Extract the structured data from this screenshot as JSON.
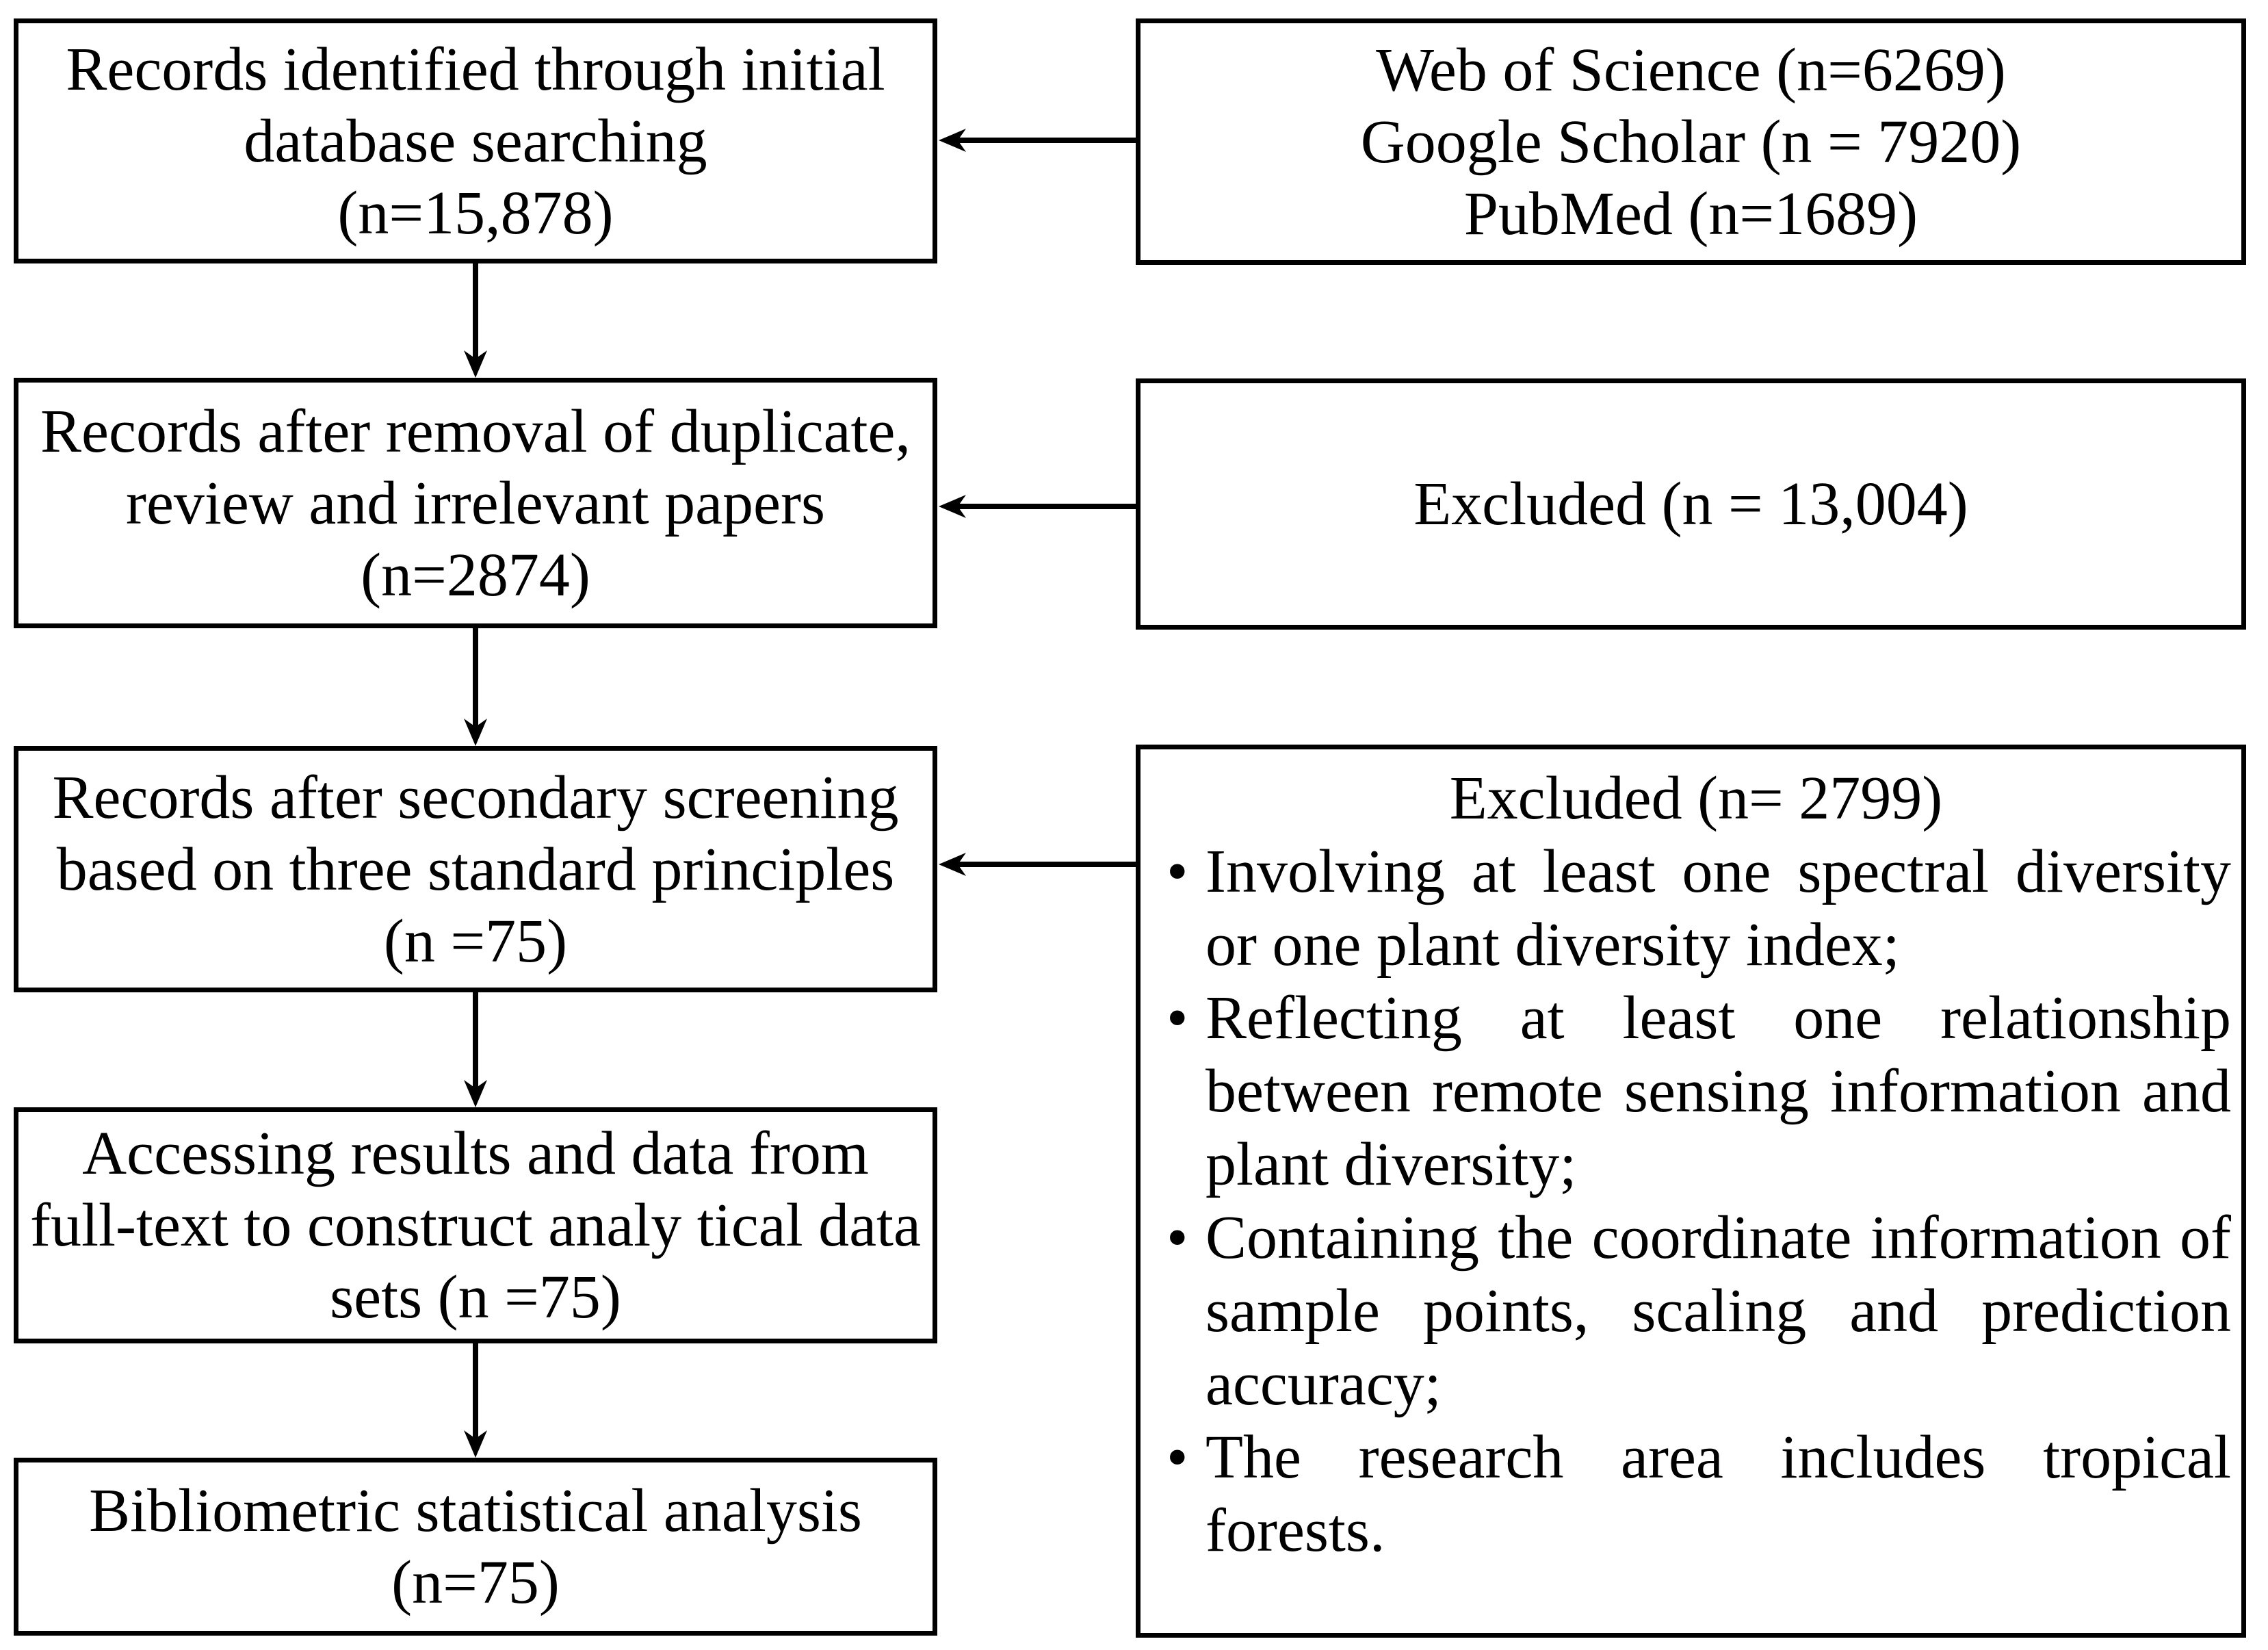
{
  "ui": {
    "bullet_char": "•",
    "colors": {
      "ink": "#000000",
      "paper": "#ffffff"
    }
  },
  "flow": {
    "left_boxes": [
      {
        "text": "Records identified through initial\ndatabase searching\n(n=15,878)"
      },
      {
        "text": "Records after removal of duplicate,\nreview and irrelevant papers\n(n=2874)"
      },
      {
        "text": "Records after secondary screening\nbased on three standard principles\n(n =75)"
      },
      {
        "text": "Accessing results and data from\nfull-text to construct analy tical data\nsets (n =75)"
      },
      {
        "text": "Bibliometric statistical analysis\n(n=75)"
      }
    ],
    "right_boxes": {
      "sources": {
        "text": "Web of Science (n=6269)\nGoogle Scholar (n = 7920)\nPubMed (n=1689)"
      },
      "excluded_primary": {
        "text": "Excluded (n = 13,004)"
      },
      "excluded_secondary": {
        "title": "Excluded (n= 2799)",
        "criteria": [
          "Involving at least one spectral diversity or one plant diversity index;",
          "Reflecting at least one relationship between remote sensing information and plant diversity;",
          "Containing the coordinate information of sample points, scaling and prediction accuracy;",
          "The research area includes tropical forests."
        ]
      }
    }
  }
}
